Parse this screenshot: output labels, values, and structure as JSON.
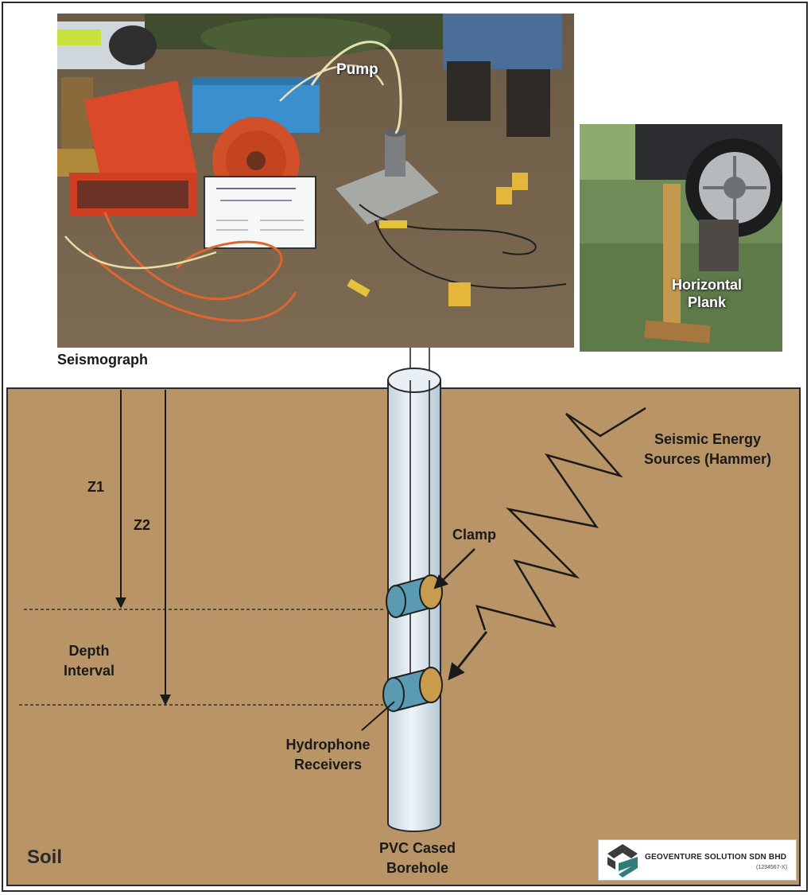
{
  "labels": {
    "pump": "Pump",
    "seismograph": "Seismograph",
    "horizontal_plank_line1": "Horizontal",
    "horizontal_plank_line2": "Plank",
    "z1": "Z1",
    "z2": "Z2",
    "seismic_line1": "Seismic Energy",
    "seismic_line2": "Sources (Hammer)",
    "clamp": "Clamp",
    "depth_line1": "Depth",
    "depth_line2": "Interval",
    "hydrophone_line1": "Hydrophone",
    "hydrophone_line2": "Receivers",
    "pvc_line1": "PVC Cased",
    "pvc_line2": "Borehole",
    "soil": "Soil"
  },
  "logo": {
    "name": "GEOVENTURE SOLUTION SDN BHD",
    "sub": "(1234567-X)"
  },
  "colors": {
    "soil": "#b89467",
    "soil_border": "#2a2a2a",
    "pipe": "#dde8ef",
    "receiver_body": "#5b9bb1",
    "receiver_cap": "#c99b4d"
  }
}
